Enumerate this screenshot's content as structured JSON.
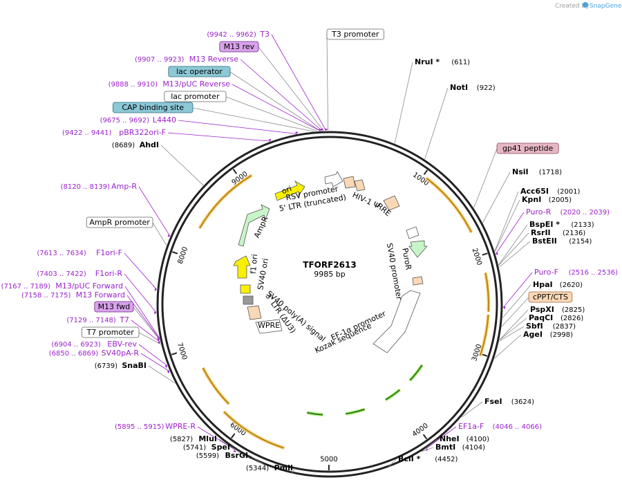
{
  "plasmid": {
    "name": "TFORF2613",
    "length_label": "9985 bp",
    "length": 9985
  },
  "credit": {
    "prefix": "Created by",
    "brand": "SnapGene"
  },
  "ticks": [
    {
      "pos": 1000,
      "label": "1000"
    },
    {
      "pos": 2000,
      "label": "2000"
    },
    {
      "pos": 3000,
      "label": "3000"
    },
    {
      "pos": 4000,
      "label": "4000"
    },
    {
      "pos": 5000,
      "label": "5000"
    },
    {
      "pos": 6000,
      "label": "6000"
    },
    {
      "pos": 7000,
      "label": "7000"
    },
    {
      "pos": 8000,
      "label": "8000"
    },
    {
      "pos": 9000,
      "label": "9000"
    }
  ],
  "colors": {
    "primer": "#9b1fcc",
    "enzyme": "#000000",
    "cds_orange": "#f5a623",
    "cds_green": "#7ed321"
  },
  "left_labels": [
    {
      "id": "T3",
      "coord": "(9942 .. 9962)",
      "name": "T3",
      "kind": "primer",
      "pos": 9952
    },
    {
      "id": "M13rev",
      "name": "M13 rev",
      "kind": "box-purple",
      "pos": 9930
    },
    {
      "id": "M13Reverse",
      "coord": "(9907 .. 9923)",
      "name": "M13 Reverse",
      "kind": "primer",
      "pos": 9915
    },
    {
      "id": "lacop",
      "name": "lac operator",
      "kind": "box-teal",
      "pos": 9900
    },
    {
      "id": "M13pUCRev",
      "coord": "(9888 .. 9910)",
      "name": "M13/pUC Reverse",
      "kind": "primer",
      "pos": 9899
    },
    {
      "id": "lacprom",
      "name": "lac promoter",
      "kind": "box-white",
      "pos": 9870
    },
    {
      "id": "CAP",
      "name": "CAP binding site",
      "kind": "box-teal",
      "pos": 9840
    },
    {
      "id": "L4440",
      "coord": "(9675 .. 9692)",
      "name": "L4440",
      "kind": "primer",
      "pos": 9683
    },
    {
      "id": "pBR322",
      "coord": "(9422 .. 9441)",
      "name": "pBR322ori-F",
      "kind": "primer",
      "pos": 9431
    },
    {
      "id": "AhdI",
      "coord": "(8689)",
      "name": "AhdI",
      "kind": "enzyme",
      "pos": 8689
    },
    {
      "id": "AmpRprim",
      "coord": "(8120 .. 8139)",
      "name": "Amp-R",
      "kind": "primer",
      "pos": 8129
    },
    {
      "id": "AmpRprom",
      "name": "AmpR promoter",
      "kind": "box-white",
      "pos": 8040
    },
    {
      "id": "F1oriF",
      "coord": "(7613 .. 7634)",
      "name": "F1ori-F",
      "kind": "primer",
      "pos": 7623
    },
    {
      "id": "F1oriR",
      "coord": "(7403 .. 7422)",
      "name": "F1ori-R",
      "kind": "primer",
      "pos": 7412
    },
    {
      "id": "M13pUCFwd",
      "coord": "(7167 .. 7189)",
      "name": "M13/pUC Forward",
      "kind": "primer",
      "pos": 7178
    },
    {
      "id": "M13Fwdp",
      "coord": "(7158 .. 7175)",
      "name": "M13 Forward",
      "kind": "primer",
      "pos": 7166
    },
    {
      "id": "M13fwd",
      "name": "M13 fwd",
      "kind": "box-purple",
      "pos": 7160
    },
    {
      "id": "T7p",
      "coord": "(7129 .. 7148)",
      "name": "T7",
      "kind": "primer",
      "pos": 7138
    },
    {
      "id": "T7prom",
      "name": "T7 promoter",
      "kind": "box-white",
      "pos": 7120
    },
    {
      "id": "EBV",
      "coord": "(6904 .. 6923)",
      "name": "EBV-rev",
      "kind": "primer",
      "pos": 6913
    },
    {
      "id": "SV40pA",
      "coord": "(6850 .. 6869)",
      "name": "SV40pA-R",
      "kind": "primer",
      "pos": 6860
    },
    {
      "id": "SnaBI",
      "coord": "(6739)",
      "name": "SnaBI",
      "kind": "enzyme",
      "pos": 6739
    },
    {
      "id": "WPRER",
      "coord": "(5895 .. 5915)",
      "name": "WPRE-R",
      "kind": "primer",
      "pos": 5905
    },
    {
      "id": "MluI",
      "coord": "(5827)",
      "name": "MluI",
      "kind": "enzyme",
      "pos": 5827
    },
    {
      "id": "SpeI",
      "coord": "(5741)",
      "name": "SpeI",
      "kind": "enzyme",
      "pos": 5741
    },
    {
      "id": "BsrGI",
      "coord": "(5599)",
      "name": "BsrGI",
      "kind": "enzyme",
      "pos": 5599
    },
    {
      "id": "PmlI",
      "coord": "(5344)",
      "name": "PmlI",
      "kind": "enzyme",
      "pos": 5344
    }
  ],
  "right_labels": [
    {
      "id": "T3prom",
      "name": "T3 promoter",
      "kind": "box-white",
      "pos": 9970
    },
    {
      "id": "NruI",
      "name": "NruI *",
      "coord": "(611)",
      "kind": "enzyme",
      "pos": 611
    },
    {
      "id": "NotI",
      "name": "NotI",
      "coord": "(922)",
      "kind": "enzyme",
      "pos": 922
    },
    {
      "id": "gp41",
      "name": "gp41 peptide",
      "kind": "box-pink",
      "pos": 1560
    },
    {
      "id": "NsiI",
      "name": "NsiI",
      "coord": "(1718)",
      "kind": "enzyme",
      "pos": 1718
    },
    {
      "id": "Acc65I",
      "name": "Acc65I",
      "coord": "(2001)",
      "kind": "enzyme",
      "pos": 2001
    },
    {
      "id": "KpnI",
      "name": "KpnI",
      "coord": "(2005)",
      "kind": "enzyme",
      "pos": 2005
    },
    {
      "id": "PuroRp",
      "name": "Puro-R",
      "coord": "(2020 .. 2039)",
      "kind": "primer",
      "pos": 2030
    },
    {
      "id": "BspEI",
      "name": "BspEI *",
      "coord": "(2133)",
      "kind": "enzyme",
      "pos": 2133
    },
    {
      "id": "RsrII",
      "name": "RsrII",
      "coord": "(2136)",
      "kind": "enzyme",
      "pos": 2136
    },
    {
      "id": "BstEII",
      "name": "BstEII",
      "coord": "(2154)",
      "kind": "enzyme",
      "pos": 2154
    },
    {
      "id": "PuroF",
      "name": "Puro-F",
      "coord": "(2516 .. 2536)",
      "kind": "primer",
      "pos": 2526
    },
    {
      "id": "HpaI",
      "name": "HpaI",
      "coord": "(2620)",
      "kind": "enzyme",
      "pos": 2620
    },
    {
      "id": "cPPT",
      "name": "cPPT/CTS",
      "kind": "box-peach",
      "pos": 2700
    },
    {
      "id": "PspXI",
      "name": "PspXI",
      "coord": "(2825)",
      "kind": "enzyme",
      "pos": 2825
    },
    {
      "id": "PaqCI",
      "name": "PaqCI",
      "coord": "(2826)",
      "kind": "enzyme",
      "pos": 2826
    },
    {
      "id": "SbfI",
      "name": "SbfI",
      "coord": "(2837)",
      "kind": "enzyme",
      "pos": 2837
    },
    {
      "id": "AgeI",
      "name": "AgeI",
      "coord": "(2998)",
      "kind": "enzyme",
      "pos": 2998
    },
    {
      "id": "FseI",
      "name": "FseI",
      "coord": "(3624)",
      "kind": "enzyme",
      "pos": 3624
    },
    {
      "id": "EF1aF",
      "name": "EF1a-F",
      "coord": "(4046 .. 4066)",
      "kind": "primer",
      "pos": 4056
    },
    {
      "id": "NheI",
      "name": "NheI",
      "coord": "(4100)",
      "kind": "enzyme",
      "pos": 4100
    },
    {
      "id": "BmtI",
      "name": "BmtI",
      "coord": "(4104)",
      "kind": "enzyme",
      "pos": 4104
    },
    {
      "id": "BclI",
      "name": "BclI *",
      "coord": "(4452)",
      "kind": "enzyme",
      "pos": 4452
    }
  ],
  "inner_features": [
    {
      "id": "ori",
      "label": "ori"
    },
    {
      "id": "RSVprom",
      "label": "RSV promoter"
    },
    {
      "id": "LTR5",
      "label": "5' LTR (truncated)"
    },
    {
      "id": "HIV",
      "label": "HIV-1 Ψ"
    },
    {
      "id": "RRE",
      "label": "RRE"
    },
    {
      "id": "AmpR",
      "label": "AmpR"
    },
    {
      "id": "f1ori",
      "label": "f1 ori"
    },
    {
      "id": "SV40ori",
      "label": "SV40 ori"
    },
    {
      "id": "SV40polyA",
      "label": "SV40 poly(A) signal"
    },
    {
      "id": "LTR3",
      "label": "3' LTR (ΔU3)"
    },
    {
      "id": "WPRE",
      "label": "WPRE"
    },
    {
      "id": "PuroR",
      "label": "PuroR"
    },
    {
      "id": "SV40prom",
      "label": "SV40 promoter"
    },
    {
      "id": "EF1aprom",
      "label": "EF-1α promoter"
    },
    {
      "id": "Kozak",
      "label": "Kozak sequence"
    }
  ]
}
